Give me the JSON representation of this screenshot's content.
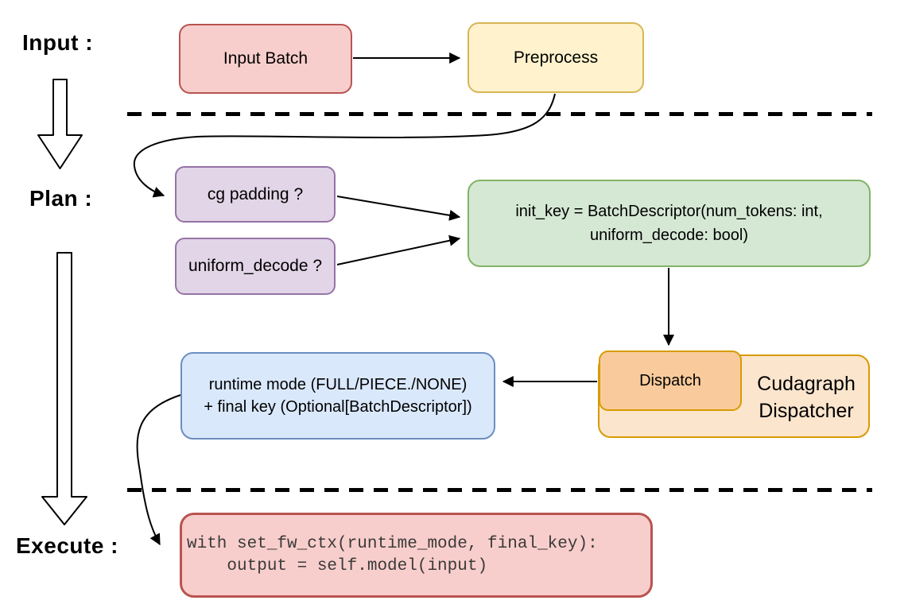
{
  "diagram": {
    "title_hint": "cudagraph dispatch flow",
    "sections": {
      "input_label": "Input :",
      "plan_label": "Plan :",
      "execute_label": "Execute :"
    },
    "nodes": {
      "input_batch": {
        "label": "Input Batch",
        "fill": "#F8CECC",
        "border": "#B85450"
      },
      "preprocess": {
        "label": "Preprocess",
        "fill": "#FFF2CC",
        "border": "#D6B656"
      },
      "cg_padding": {
        "label": "cg padding ?",
        "fill": "#E1D5E7",
        "border": "#9673A6"
      },
      "uniform_decode": {
        "label": "uniform_decode ?",
        "fill": "#E1D5E7",
        "border": "#9673A6"
      },
      "init_key": {
        "line1": "init_key = BatchDescriptor(num_tokens: int,",
        "line2": "uniform_decode: bool)",
        "fill": "#D5E8D4",
        "border": "#82B366"
      },
      "runtime_result": {
        "line1": "runtime mode (FULL/PIECE./NONE)",
        "line2": "+ final key (Optional[BatchDescriptor])",
        "fill": "#DAE8FC",
        "border": "#6C8EBF"
      },
      "dispatch": {
        "label": "Dispatch",
        "fill": "#F9CB9C",
        "border": "#D79B00"
      },
      "cudagraph_dispatcher": {
        "line1": "Cudagraph",
        "line2": "Dispatcher",
        "fill": "#FCE5CD",
        "border": "#D79B00"
      },
      "execute_code": {
        "line1": "with set_fw_ctx(runtime_mode, final_key):",
        "line2": "    output = self.model(input)",
        "fill": "#F8CECC",
        "border": "#B85450"
      }
    },
    "separator_color": "#000000",
    "connector_color": "#000000"
  }
}
